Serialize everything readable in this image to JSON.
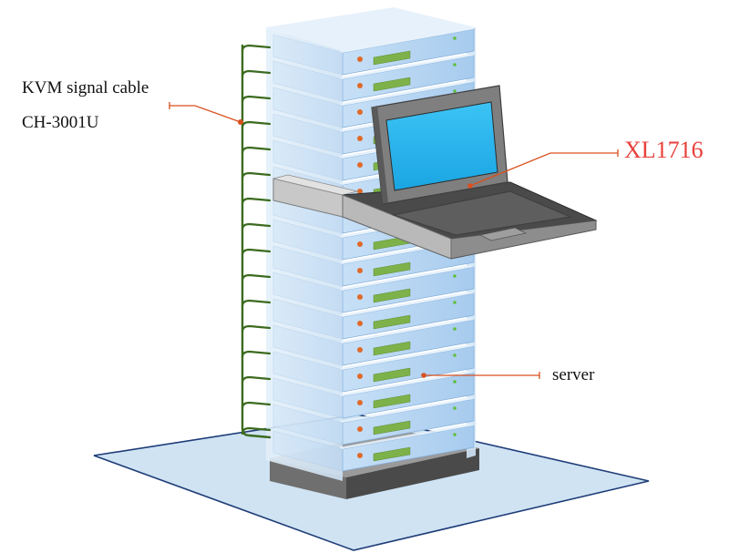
{
  "labels": {
    "cable_line1": "KVM signal cable",
    "cable_line2": "CH-3001U",
    "kvm_console": "XL1716",
    "server": "server"
  },
  "colors": {
    "kvm_label": "#e8403a",
    "callout": "#d9501e",
    "cable": "#3b6b1f",
    "rack_frame": "#bcd8ef",
    "server_face": "#a9cdf0",
    "server_led": "#e06a2a",
    "server_panel": "#7db24a",
    "screen": "#22b3ee",
    "floor": "#c4dcef"
  },
  "diagram": {
    "server_units": 16
  }
}
